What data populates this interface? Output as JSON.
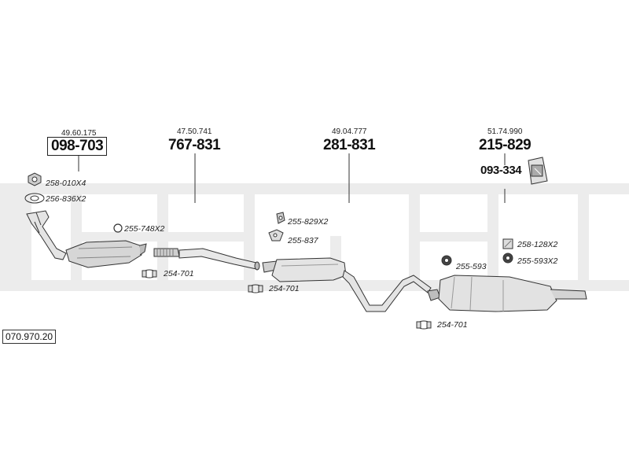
{
  "groups": [
    {
      "ref": "49.60.175",
      "part": "098-703"
    },
    {
      "ref": "47.50.741",
      "part": "767-831"
    },
    {
      "ref": "49.04.777",
      "part": "281-831"
    },
    {
      "ref": "51.74.990",
      "part": "215-829"
    }
  ],
  "extra_part": "093-334",
  "labels": {
    "nut": "258-010X4",
    "gasket": "256-836X2",
    "ring_front": "255-748X2",
    "clamp_1": "254-701",
    "clamp_2": "254-701",
    "clamp_3": "254-701",
    "hanger_a": "255-829X2",
    "hanger_b": "255-837",
    "bracket_a": "258-128X2",
    "rubber_a": "255-593",
    "rubber_b": "255-593X2"
  },
  "catalog_number": "070.970.20",
  "icons": [
    "nut-icon",
    "gasket-icon",
    "ring-icon",
    "clamp-icon",
    "hanger-icon",
    "rubber-mount-icon",
    "bracket-icon",
    "heat-shield-icon"
  ]
}
